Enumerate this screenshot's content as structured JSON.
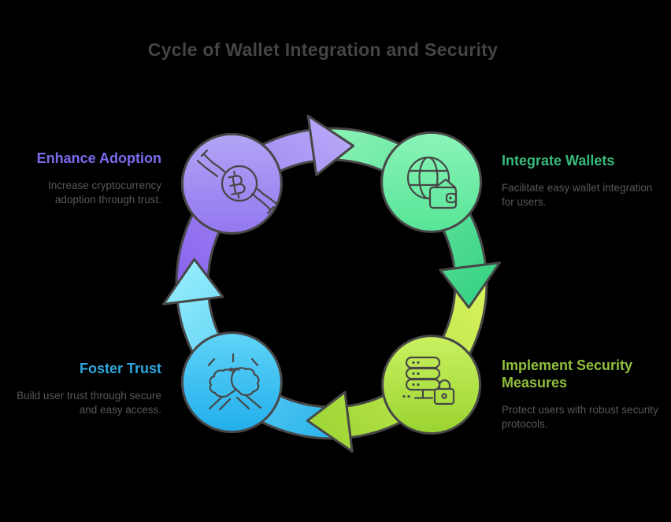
{
  "title": "Cycle of Wallet Integration and Security",
  "nodes": [
    {
      "label": "Enhance Adoption",
      "description": "Increase cryptocurrency adoption through trust.",
      "icon": "bitcoin-hands-icon",
      "heading_color": "#7a6cee",
      "circle_color_top": "#b3a5f5",
      "circle_color_bottom": "#9377ef",
      "position": "top-left"
    },
    {
      "label": "Integrate Wallets",
      "description": "Facilitate easy wallet integration for users.",
      "icon": "globe-wallet-icon",
      "heading_color": "#36ba7c",
      "circle_color_top": "#8bf4b8",
      "circle_color_bottom": "#58e597",
      "position": "top-right"
    },
    {
      "label": "Implement Security Measures",
      "description": "Protect users with robust security protocols.",
      "icon": "server-lock-icon",
      "heading_color": "#90c03d",
      "circle_color_top": "#caf161",
      "circle_color_bottom": "#9ad431",
      "position": "bottom-right"
    },
    {
      "label": "Foster Trust",
      "description": "Build user trust through secure and easy access.",
      "icon": "fist-bump-icon",
      "heading_color": "#2ba7dc",
      "circle_color_top": "#60d4f8",
      "circle_color_bottom": "#22aeeb",
      "position": "bottom-left"
    }
  ],
  "arrows": [
    {
      "from": "Enhance Adoption",
      "to": "Integrate Wallets",
      "direction": "clockwise-top",
      "gradient": [
        "#8a66ee",
        "#b7a8f7"
      ]
    },
    {
      "from": "Integrate Wallets",
      "to": "Implement Security Measures",
      "direction": "clockwise-right",
      "gradient": [
        "#8df4b6",
        "#39d385"
      ]
    },
    {
      "from": "Implement Security Measures",
      "to": "Foster Trust",
      "direction": "clockwise-bottom",
      "gradient": [
        "#d9f35e",
        "#9fd737"
      ]
    },
    {
      "from": "Foster Trust",
      "to": "Enhance Adoption",
      "direction": "clockwise-left",
      "gradient": [
        "#28b1eb",
        "#90ebfc"
      ]
    }
  ],
  "colors": {
    "background": "#000000",
    "title_text": "#454545",
    "body_text": "#57585a",
    "outline": "#474747"
  }
}
